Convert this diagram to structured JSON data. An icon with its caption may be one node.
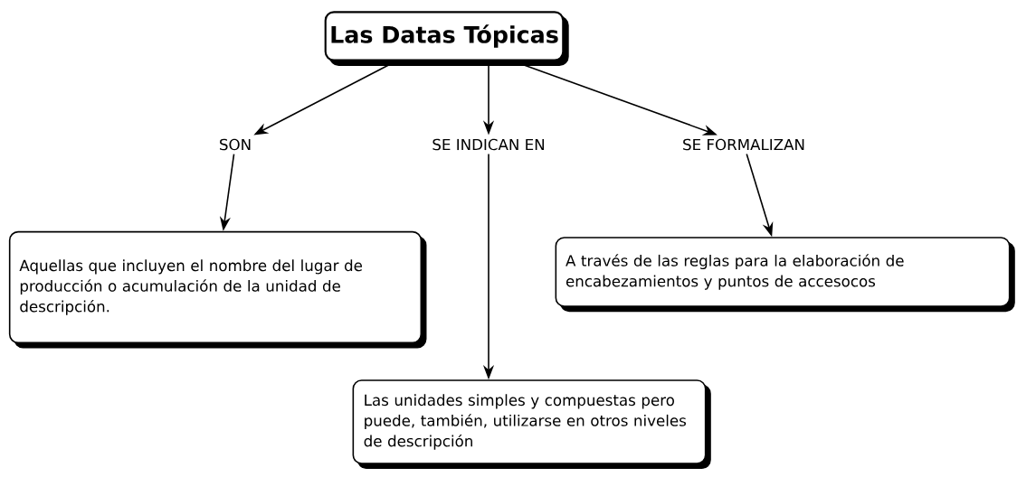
{
  "diagram": {
    "nodes": [
      {
        "text": [
          "Las Datas Tópicas"
        ]
      },
      {
        "text": [
          "SON"
        ]
      },
      {
        "text": [
          "SE INDICAN EN"
        ]
      },
      {
        "text": [
          "SE FORMALIZAN"
        ]
      },
      {
        "text": [
          "Aquellas que incluyen el nombre del lugar de producción o acumulación de la unidad de descripción."
        ]
      },
      {
        "text": [
          "A través de las reglas para la elaboración de encabezamientos y puntos de accesocos"
        ]
      },
      {
        "text": [
          "Las unidades simples y compuestas pero puede, también,  utilizarse en otros niveles de descripción"
        ]
      }
    ],
    "edges": [
      {
        "from": 0,
        "to": 1,
        "arrow": "to"
      },
      {
        "from": 0,
        "to": 2,
        "arrow": "to"
      },
      {
        "from": 0,
        "to": 3,
        "arrow": "to"
      },
      {
        "from": 1,
        "to": 4,
        "arrow": "to"
      },
      {
        "from": 3,
        "to": 5,
        "arrow": "to"
      },
      {
        "from": 2,
        "to": 6,
        "arrow": "to"
      }
    ]
  }
}
